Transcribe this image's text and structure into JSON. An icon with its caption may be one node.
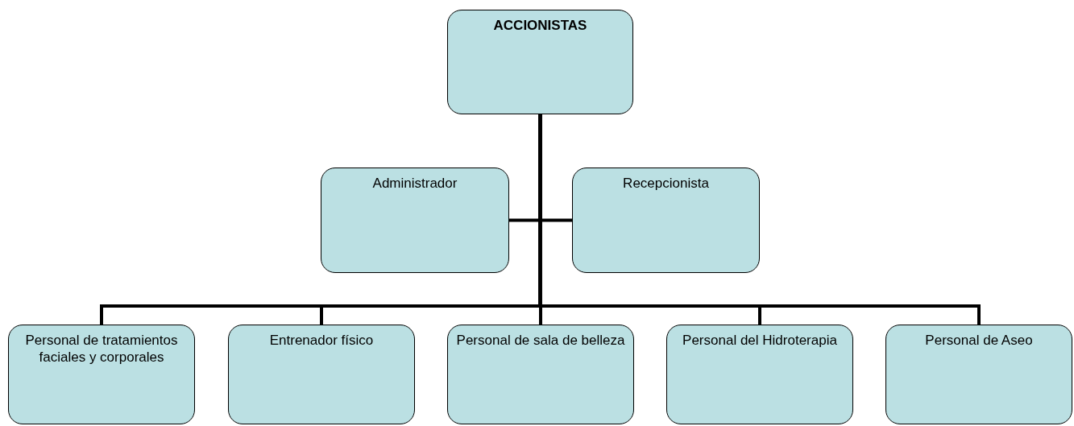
{
  "diagram": {
    "nodes": [
      {
        "text": [
          "ACCIONISTAS"
        ]
      },
      {
        "text": [
          "Administrador"
        ]
      },
      {
        "text": [
          "Recepcionista"
        ]
      },
      {
        "text": [
          "Personal de tratamientos faciales y corporales"
        ]
      },
      {
        "text": [
          "Entrenador físico"
        ]
      },
      {
        "text": [
          "Personal de sala de belleza"
        ]
      },
      {
        "text": [
          "Personal del Hidroterapia"
        ]
      },
      {
        "text": [
          "Personal de Aseo"
        ]
      }
    ],
    "edges": [
      {
        "from": 0,
        "to": 1,
        "arrow": "none"
      },
      {
        "from": 0,
        "to": 2,
        "arrow": "none"
      },
      {
        "from": 0,
        "to": 3,
        "arrow": "none"
      },
      {
        "from": 0,
        "to": 4,
        "arrow": "none"
      },
      {
        "from": 0,
        "to": 5,
        "arrow": "none"
      },
      {
        "from": 0,
        "to": 6,
        "arrow": "none"
      },
      {
        "from": 0,
        "to": 7,
        "arrow": "none"
      }
    ]
  }
}
